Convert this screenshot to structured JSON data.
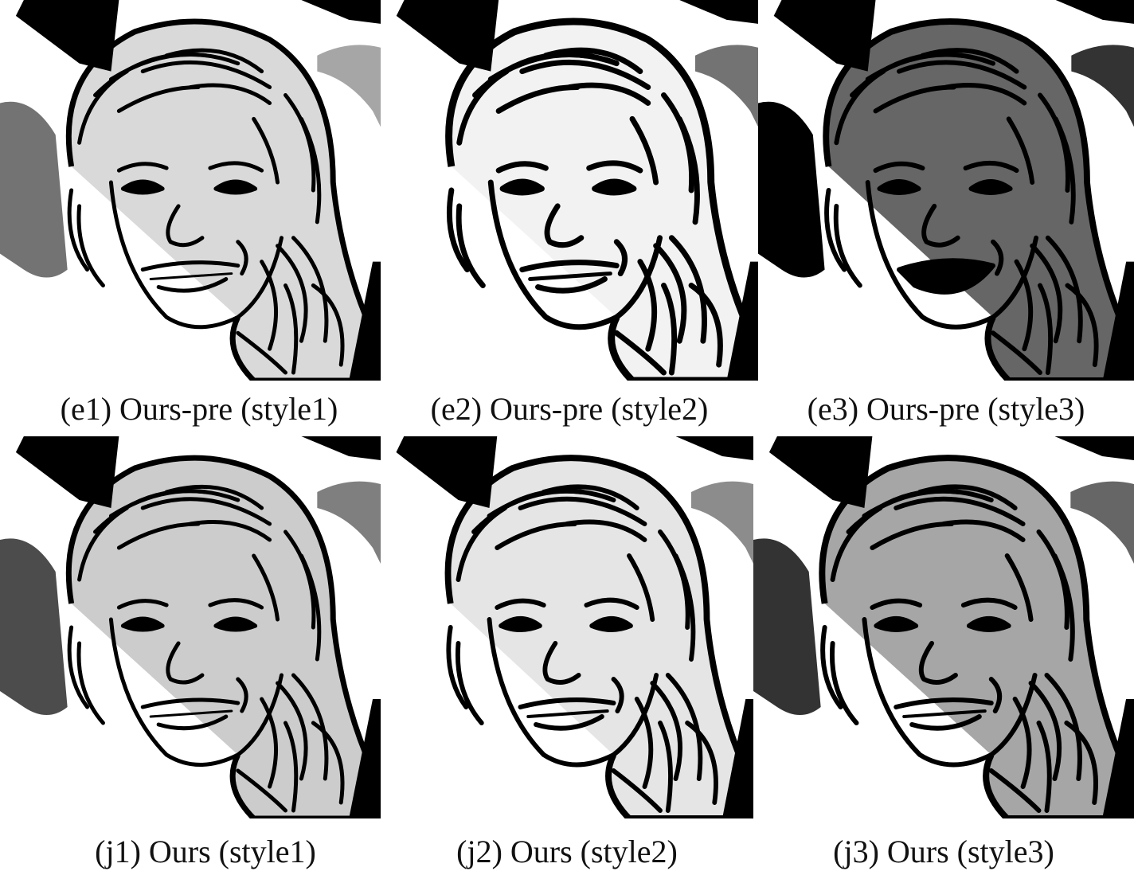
{
  "figure": {
    "panels": [
      {
        "id": "e1",
        "caption": "(e1) Ours-pre (style1)",
        "row": 0,
        "col": 0
      },
      {
        "id": "e2",
        "caption": "(e2) Ours-pre (style2)",
        "row": 0,
        "col": 1
      },
      {
        "id": "e3",
        "caption": "(e3) Ours-pre (style3)",
        "row": 0,
        "col": 2
      },
      {
        "id": "j1",
        "caption": "(j1) Ours (style1)",
        "row": 1,
        "col": 0
      },
      {
        "id": "j2",
        "caption": "(j2) Ours (style2)",
        "row": 1,
        "col": 1
      },
      {
        "id": "j3",
        "caption": "(j3) Ours (style3)",
        "row": 1,
        "col": 2
      }
    ]
  },
  "style": {
    "ink": "#000000",
    "paper": "#ffffff"
  }
}
